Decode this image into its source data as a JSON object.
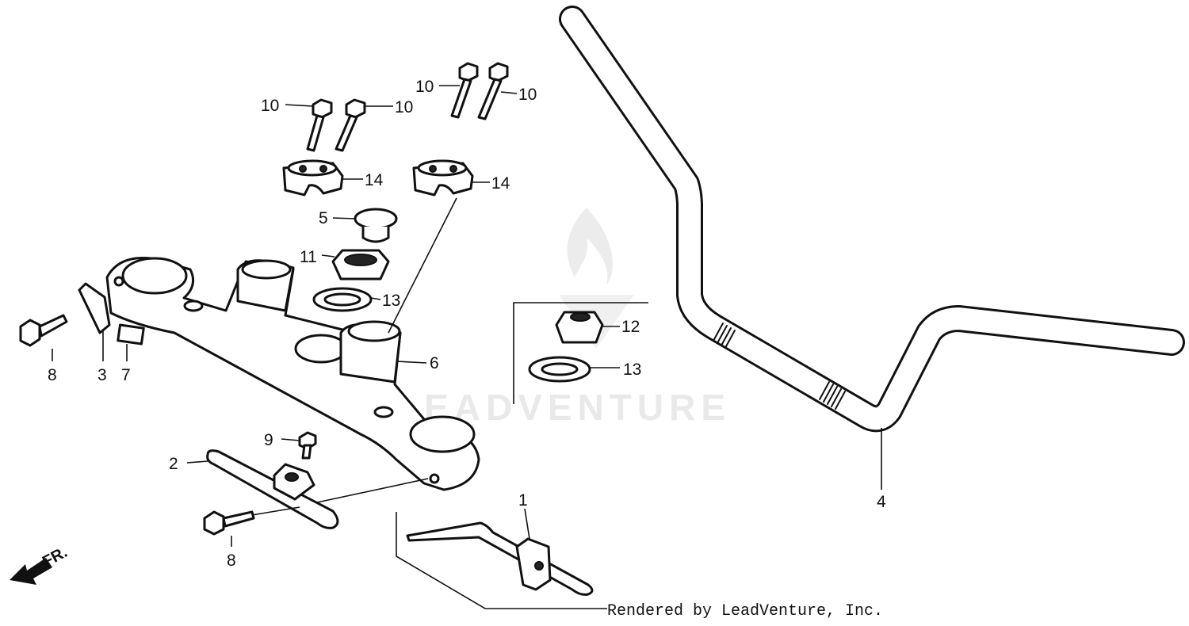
{
  "callouts": {
    "c1": "1",
    "c2": "2",
    "c3": "3",
    "c4": "4",
    "c5": "5",
    "c6": "6",
    "c7": "7",
    "c8a": "8",
    "c8b": "8",
    "c9": "9",
    "c10a": "10",
    "c10b": "10",
    "c10c": "10",
    "c10d": "10",
    "c11": "11",
    "c12": "12",
    "c13a": "13",
    "c13b": "13",
    "c14a": "14",
    "c14b": "14"
  },
  "direction_label": "FR.",
  "watermark_text": "LEADVENTURE",
  "credit": "Rendered by LeadVenture, Inc.",
  "colors": {
    "ink": "#111111",
    "watermark": "#e9e9e9",
    "background": "#ffffff"
  },
  "icons": {
    "direction_arrow": "front-arrow-icon",
    "watermark_logo": "flame-logo-icon"
  }
}
